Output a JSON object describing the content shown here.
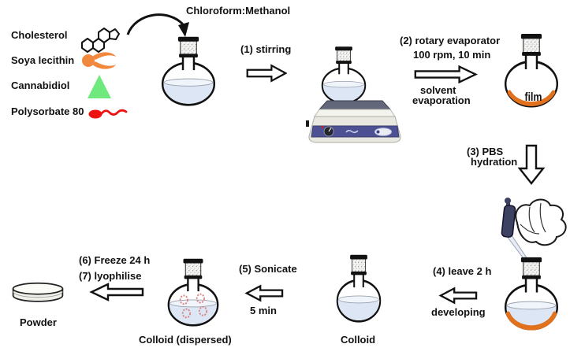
{
  "legend": {
    "items": [
      {
        "label": "Cholesterol"
      },
      {
        "label": "Soya lecithin"
      },
      {
        "label": "Cannabidiol"
      },
      {
        "label": "Polysorbate 80"
      }
    ]
  },
  "top": {
    "solvent_label": "Chloroform:Methanol"
  },
  "steps": {
    "s1": {
      "label": "(1) stirring"
    },
    "s2": {
      "line1": "(2) rotary evaporator",
      "line2": "100 rpm, 10 min",
      "below1": "solvent",
      "below2": "evaporation"
    },
    "s3": {
      "line1": "(3) PBS",
      "line2": "hydration"
    },
    "s4": {
      "label": "(4) leave 2 h",
      "below": "developing"
    },
    "s5": {
      "label": "(5) Sonicate",
      "below": "5 min"
    },
    "s67": {
      "line1": "(6) Freeze 24 h",
      "line2": "(7) lyophilise"
    }
  },
  "products": {
    "film": "film",
    "colloid": "Colloid",
    "colloid_dispersed": "Colloid (dispersed)",
    "powder": "Powder"
  },
  "colors": {
    "lecithin_orange": "#F0883E",
    "cannabidiol_green": "#6FE97D",
    "polysorbate_red": "#EE1111",
    "film_orange": "#E2711D",
    "liquid_blue": "#DCE6F5",
    "ring_pink": "#DD8080"
  }
}
